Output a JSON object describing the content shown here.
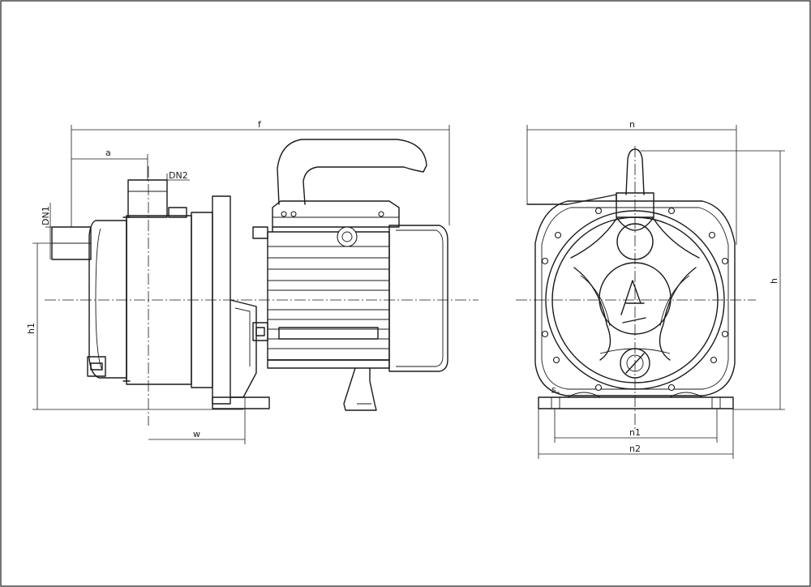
{
  "side_view": {
    "dimensions": {
      "f": "f",
      "a": "a",
      "dn2": "DN2",
      "dn1": "DN1",
      "h1": "h1",
      "w": "w"
    }
  },
  "front_view": {
    "dimensions": {
      "n": "n",
      "h": "h",
      "s": "s",
      "n1": "n1",
      "n2": "n2"
    }
  }
}
